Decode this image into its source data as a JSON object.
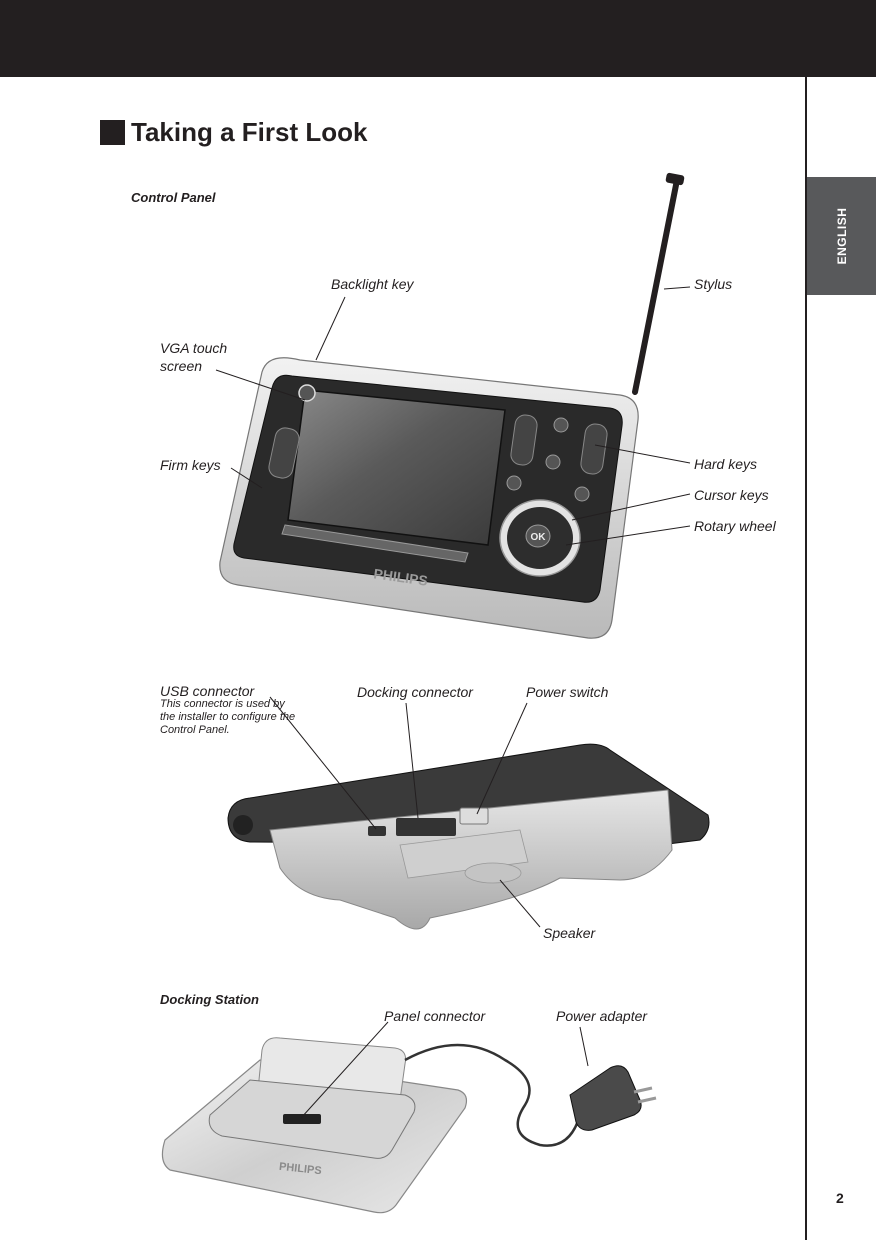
{
  "page": {
    "title": "Taking a First Look",
    "language_tab": "ENGLISH",
    "page_number": "2"
  },
  "control_panel": {
    "heading": "Control Panel",
    "labels": {
      "backlight_key": "Backlight key",
      "stylus": "Stylus",
      "vga_touch_screen": "VGA touch\nscreen",
      "firm_keys": "Firm keys",
      "hard_keys": "Hard keys",
      "cursor_keys": "Cursor keys",
      "rotary_wheel": "Rotary wheel"
    },
    "device": {
      "brand": "PHILIPS",
      "ok_key": "OK"
    }
  },
  "rear_view": {
    "labels": {
      "usb_connector": "USB connector",
      "usb_note": "This connector is used by the installer to configure the Control Panel.",
      "docking_connector": "Docking connector",
      "power_switch": "Power switch",
      "speaker": "Speaker"
    }
  },
  "docking_station": {
    "heading": "Docking Station",
    "labels": {
      "panel_connector": "Panel connector",
      "power_adapter": "Power adapter"
    },
    "brand": "PHILIPS"
  },
  "colors": {
    "dark": "#231f20",
    "tab_gray": "#58595b"
  }
}
